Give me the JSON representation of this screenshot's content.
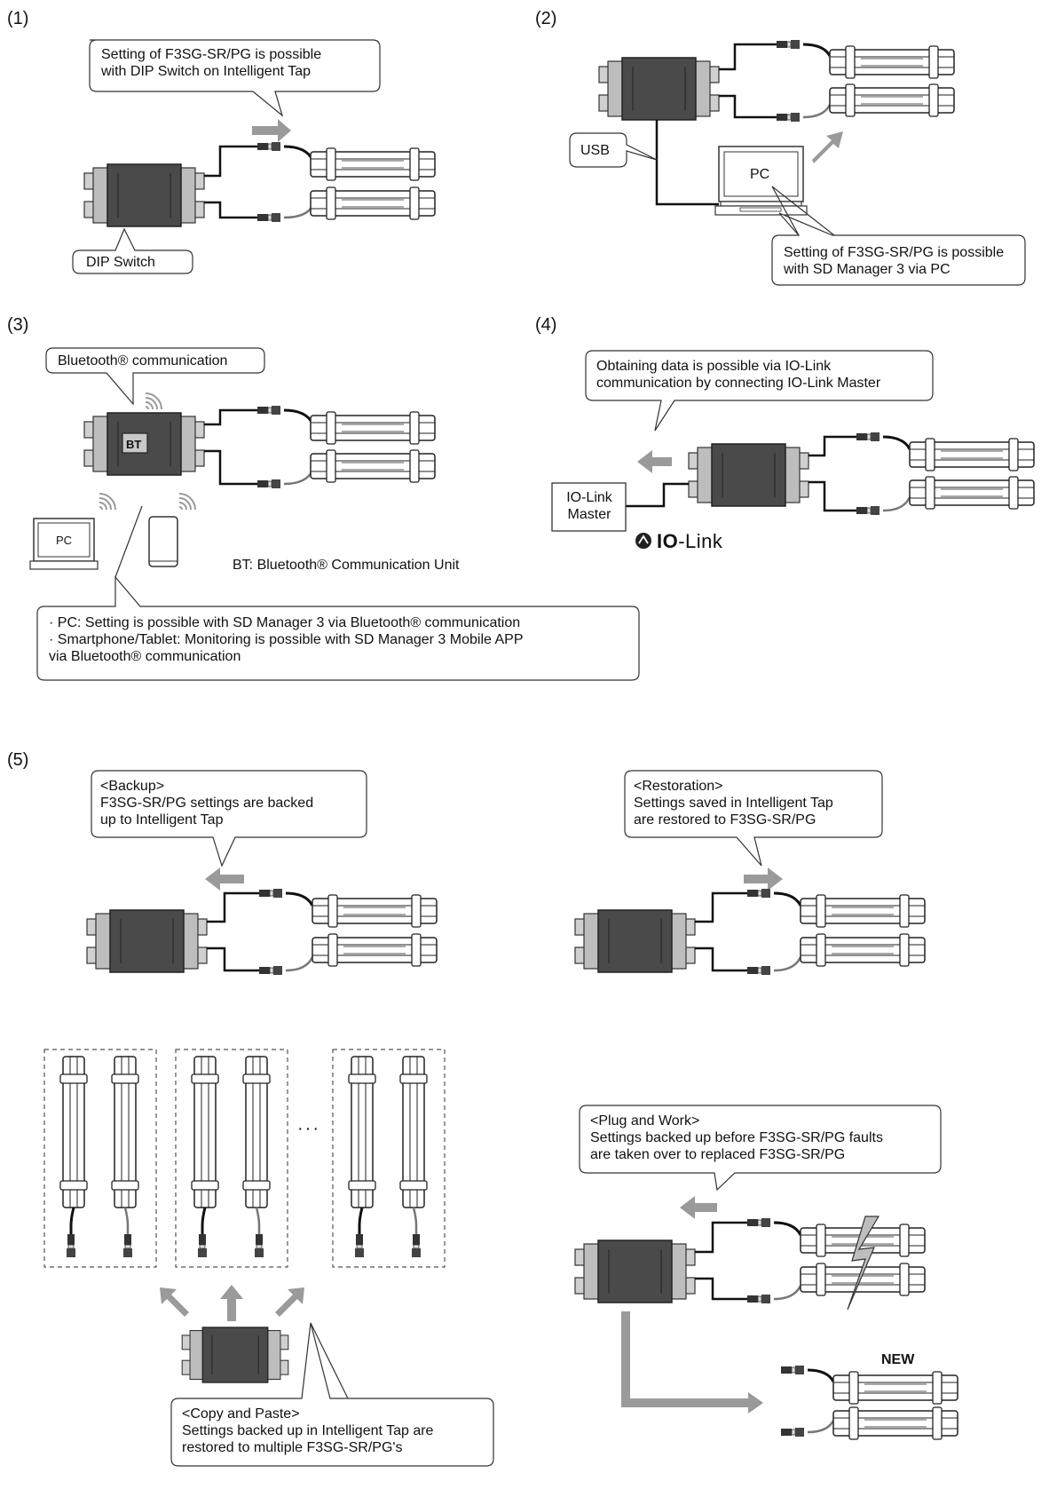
{
  "sections": {
    "s1": "(1)",
    "s2": "(2)",
    "s3": "(3)",
    "s4": "(4)",
    "s5": "(5)"
  },
  "callouts": {
    "dip_setting": "Setting of F3SG-SR/PG is possible\nwith DIP Switch on Intelligent Tap",
    "dip_switch": "DIP Switch",
    "usb": "USB",
    "pc_setting": "Setting of F3SG-SR/PG is possible\nwith SD Manager 3 via PC",
    "bluetooth": "Bluetooth® communication",
    "bt_notes": "· PC: Setting is possible with SD Manager 3 via Bluetooth® communication\n· Smartphone/Tablet: Monitoring is possible with SD Manager 3 Mobile APP\n  via Bluetooth® communication",
    "iolink": "Obtaining data is possible via IO-Link\ncommunication by connecting IO-Link Master",
    "backup": "<Backup>\nF3SG-SR/PG settings are backed\nup to Intelligent Tap",
    "restoration": "<Restoration>\nSettings saved in Intelligent Tap\nare restored to F3SG-SR/PG",
    "plug": "<Plug and Work>\nSettings backed up before F3SG-SR/PG faults\nare taken over to replaced F3SG-SR/PG",
    "copy": "<Copy and Paste>\nSettings backed up in Intelligent Tap are\nrestored to multiple F3SG-SR/PG's"
  },
  "labels": {
    "pc": "PC",
    "bt": "BT",
    "bt_legend": "BT: Bluetooth® Communication Unit",
    "iolink_master": "IO-Link\nMaster",
    "brand_io": "IO",
    "brand_link": "-Link",
    "new": "NEW",
    "ellipsis": "···"
  },
  "colors": {
    "arrow": "#9a9a9a",
    "device": "#4a4a4a",
    "wire": "#111111"
  }
}
